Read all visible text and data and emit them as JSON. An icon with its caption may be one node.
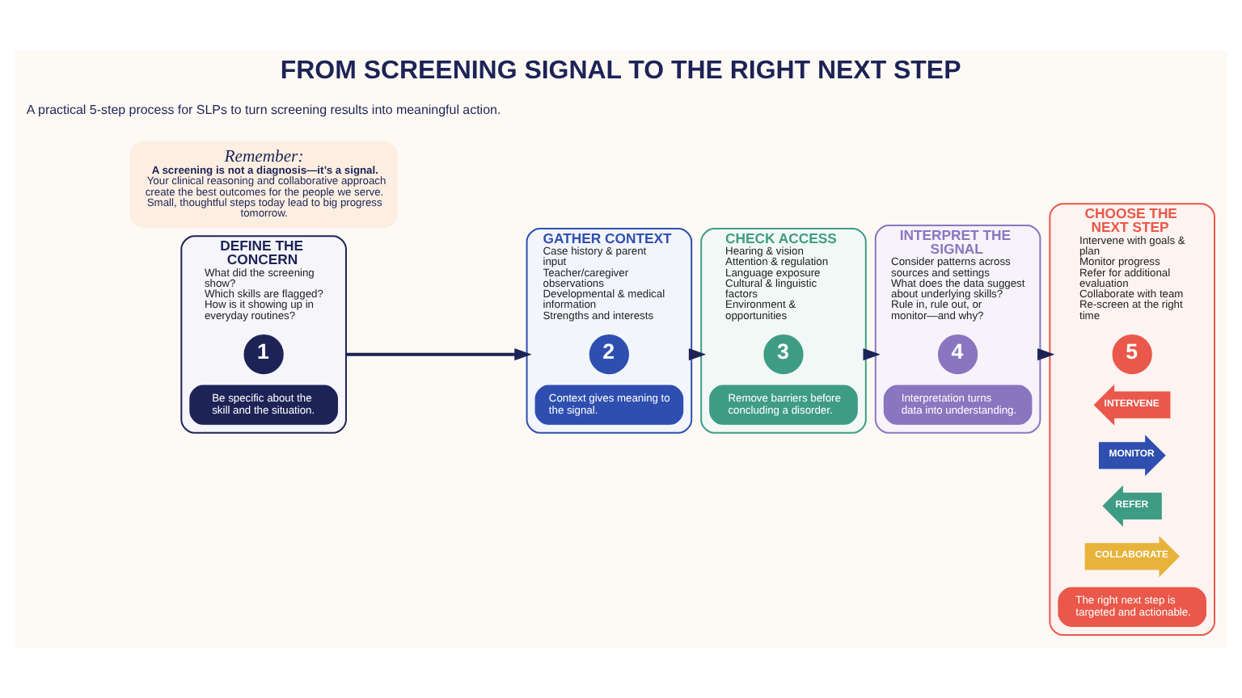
{
  "diagram": {
    "title": "FROM SCREENING SIGNAL TO THE RIGHT NEXT STEP",
    "nodes": [
      {
        "text": [
          "DEFINE THE CONCERN",
          "What did the screening show?",
          "Which skills are flagged?",
          "How is it showing up in everyday routines?"
        ]
      },
      {
        "text": [
          "1"
        ],
        "in": 0
      },
      {
        "text": [
          "Be specific about the skill and the situation."
        ],
        "in": 0
      },
      {
        "text": [
          "GATHER CONTEXT",
          "Case history & parent input",
          "Teacher/caregiver observations",
          "Developmental & medical information",
          "Strengths and interests"
        ]
      },
      {
        "text": [
          "2"
        ],
        "in": 3
      },
      {
        "text": [
          "Context gives meaning to the signal."
        ],
        "in": 3
      },
      {
        "text": [
          "CHECK ACCESS",
          "Hearing & vision",
          "Attention & regulation",
          "Language exposure",
          "Cultural & linguistic factors",
          "Environment & opportunities"
        ]
      },
      {
        "text": [
          "3"
        ],
        "in": 6
      },
      {
        "text": [
          "Remove barriers before concluding a disorder."
        ],
        "in": 6
      },
      {
        "text": [
          "INTERPRET THE SIGNAL",
          "Consider patterns across sources and settings",
          "What does the data suggest about underlying skills?",
          "Rule in, rule out, or monitor—and why?"
        ]
      },
      {
        "text": [
          "4"
        ],
        "in": 9
      },
      {
        "text": [
          "Interpretation turns data into understanding."
        ],
        "in": 9
      },
      {
        "text": [
          "CHOOSE THE NEXT STEP",
          "Intervene with goals & plan",
          "Monitor progress",
          "Refer for additional evaluation",
          "Collaborate with team",
          "Re-screen at the right time"
        ]
      },
      {
        "text": [
          "5"
        ],
        "in": 12
      },
      {
        "text": [
          "INTERVENE"
        ],
        "in": 12
      },
      {
        "text": [
          "MONITOR"
        ],
        "in": 12
      },
      {
        "text": [
          "REFER"
        ],
        "in": 12
      },
      {
        "text": [
          "COLLABORATE"
        ],
        "in": 12
      },
      {
        "text": [
          "The right next step is targeted and actionable."
        ],
        "in": 12
      },
      {
        "text": [
          "Remember:",
          "A screening is not a diagnosis—it’s a signal.",
          "Your clinical reasoning and collaborative approach create the best outcomes for the people we serve.",
          "Small, thoughtful steps today lead to big progress tomorrow."
        ]
      }
    ],
    "edges": [
      {
        "from": 0,
        "to": 3,
        "arrow": "to"
      },
      {
        "from": 3,
        "to": 6,
        "arrow": "to"
      },
      {
        "from": 6,
        "to": 9,
        "arrow": "to"
      },
      {
        "from": 9,
        "to": 12,
        "arrow": "to"
      }
    ],
    "labels": [
      "A practical 5-step process for SLPs to turn screening results into meaningful action."
    ]
  }
}
